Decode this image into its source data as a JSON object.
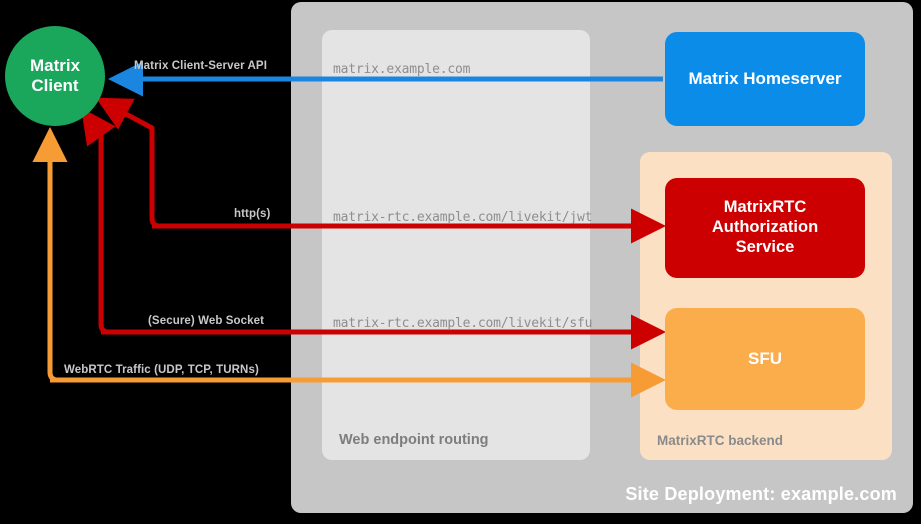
{
  "diagram": {
    "background_color": "#000000",
    "title_bottom_right": "Site Deployment: example.com"
  },
  "containers": [
    {
      "name": "site-deployment",
      "label": "Site Deployment: example.com",
      "color": "#c6c6c6"
    },
    {
      "name": "web-endpoint-routing",
      "label": "Web endpoint routing",
      "color": "#e4e4e4"
    },
    {
      "name": "matrixrtc-backend",
      "label": "MatrixRTC backend",
      "color": "#fce0c4"
    }
  ],
  "nodes": {
    "matrix_client": {
      "label_line1": "Matrix",
      "label_line2": "Client",
      "color": "#1aa65b",
      "shape": "circle"
    },
    "matrix_homeserver": {
      "label": "Matrix Homeserver",
      "color": "#0c8ce9",
      "shape": "rounded-rect"
    },
    "rtc_auth_service": {
      "label_line1": "MatrixRTC",
      "label_line2": "Authorization",
      "label_line3": "Service",
      "color": "#cc0000",
      "shape": "rounded-rect"
    },
    "sfu": {
      "label": "SFU",
      "color": "#fbad4b",
      "shape": "rounded-rect"
    }
  },
  "edges": [
    {
      "name": "client-server-api",
      "label": "Matrix Client-Server API",
      "domain": "matrix.example.com",
      "color": "#1a86e0"
    },
    {
      "name": "jwt-http",
      "label": "http(s)",
      "domain": "matrix-rtc.example.com/livekit/jwt",
      "color": "#cc0000"
    },
    {
      "name": "sfu-websocket",
      "label": "(Secure) Web Socket",
      "domain": "matrix-rtc.example.com/livekit/sfu",
      "color": "#cc0000"
    },
    {
      "name": "webrtc-traffic",
      "label": "WebRTC Traffic (UDP, TCP, TURNs)",
      "domain": "",
      "color": "#f79c35"
    }
  ]
}
